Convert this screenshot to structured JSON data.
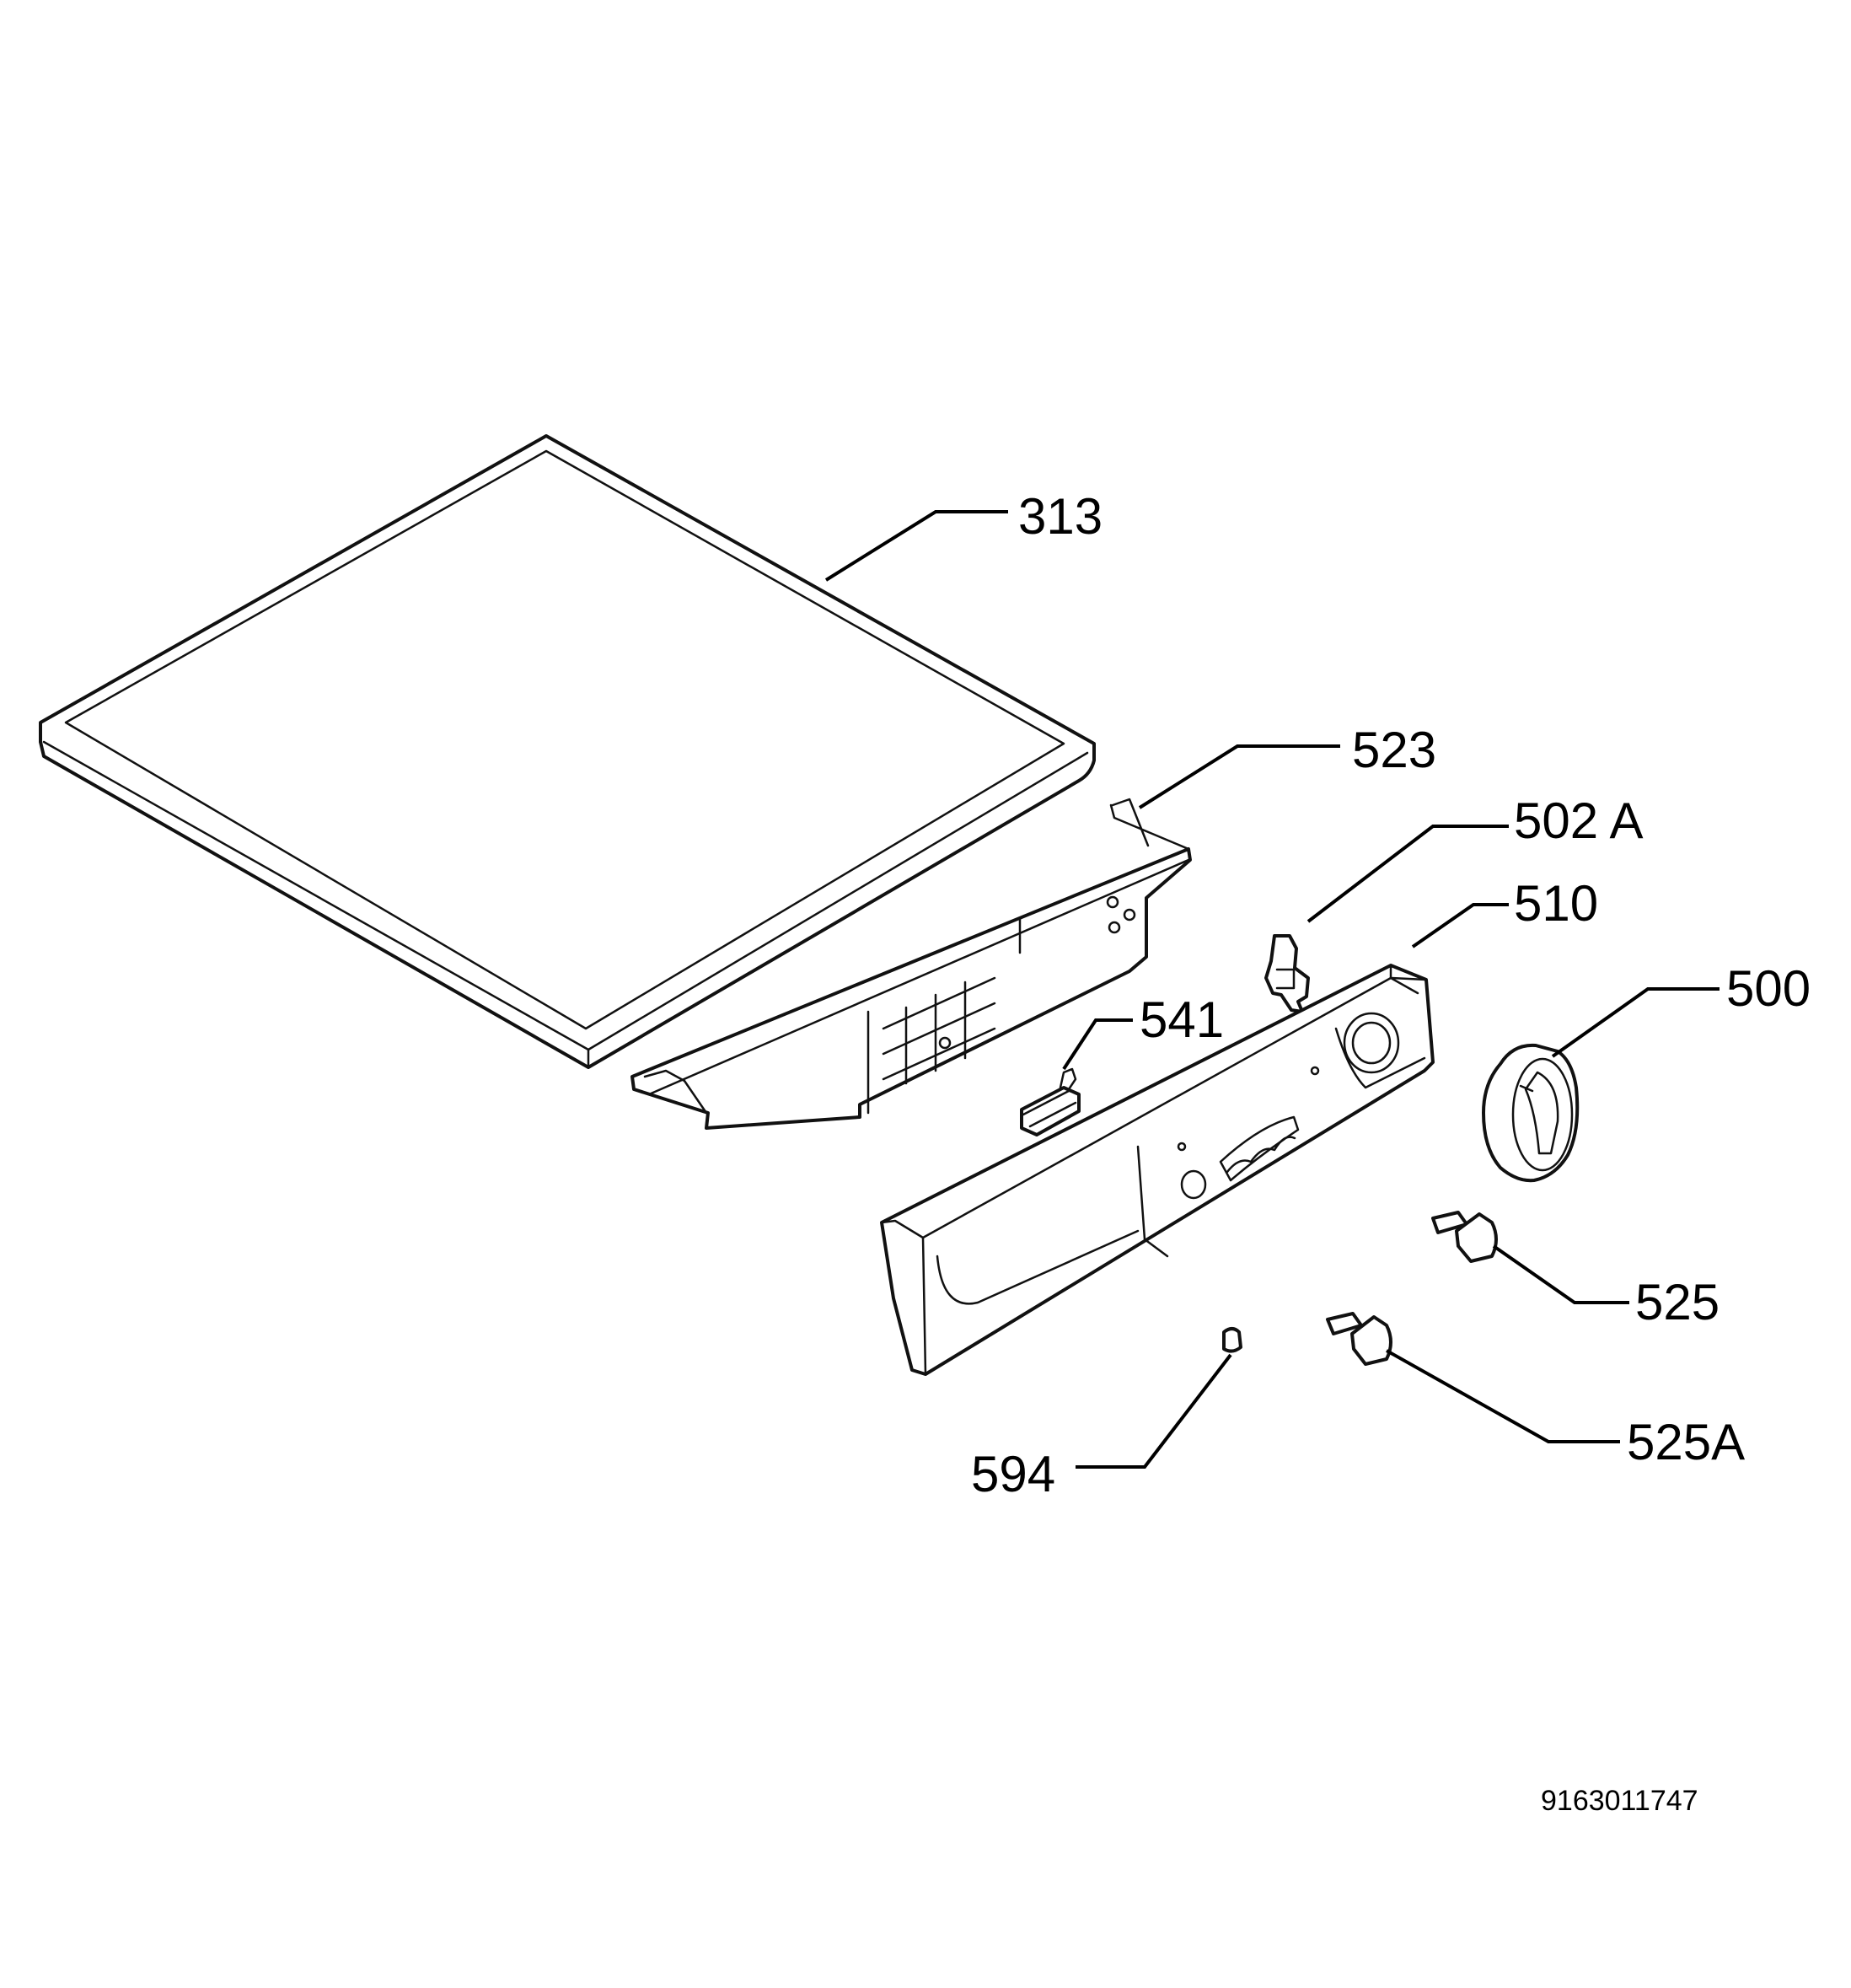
{
  "callouts": {
    "p313": "313",
    "p523": "523",
    "p502a": "502 A",
    "p510": "510",
    "p541": "541",
    "p500": "500",
    "p525": "525",
    "p525a": "525A",
    "p594": "594"
  },
  "document_number": "9163011747",
  "colors": {
    "line": "#111111",
    "background": "#ffffff"
  }
}
